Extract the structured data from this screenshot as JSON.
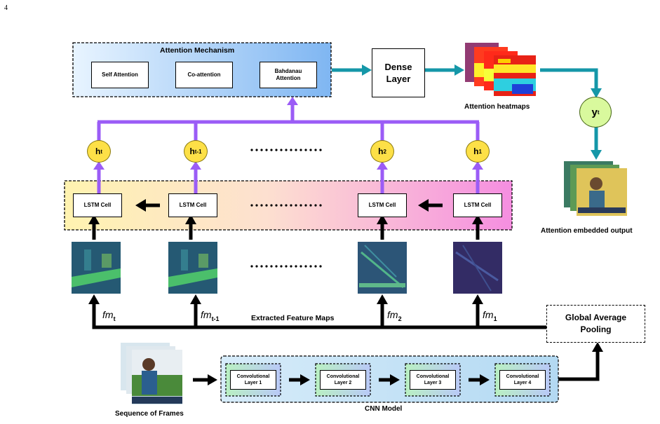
{
  "page_number": "4",
  "attention": {
    "title": "Attention Mechanism",
    "options": [
      "Self Attention",
      "Co-attention",
      "Bahdanau Attention"
    ]
  },
  "dense_layer": "Dense Layer",
  "attention_heatmaps_label": "Attention heatmaps",
  "output_label": "Attention embedded output",
  "y_t": {
    "base": "y",
    "sub": "t"
  },
  "hidden_states": [
    {
      "base": "h",
      "sub": "t"
    },
    {
      "base": "h",
      "sub": "t-1"
    },
    {
      "base": "h",
      "sub": "2"
    },
    {
      "base": "h",
      "sub": "1"
    }
  ],
  "lstm_cells": [
    "LSTM Cell",
    "LSTM Cell",
    "LSTM Cell",
    "LSTM Cell"
  ],
  "ellipsis": "…………",
  "feature_maps": [
    {
      "base": "fm",
      "sub": "t"
    },
    {
      "base": "fm",
      "sub": "t-1"
    },
    {
      "base": "fm",
      "sub": "2"
    },
    {
      "base": "fm",
      "sub": "1"
    }
  ],
  "extracted_feature_maps_label": "Extracted Feature Maps",
  "gap_label": "Global Average Pooling",
  "conv_layers": [
    "Convolutional Layer 1",
    "Convolutional Layer 2",
    "Convolutional Layer 3",
    "Convolutional Layer 4"
  ],
  "cnn_label": "CNN Model",
  "frames_label": "Sequence of Frames",
  "colors": {
    "purple": "#9b5cf6",
    "teal": "#1597a8",
    "yellow": "#fde047",
    "yt_green": "#d9f99d"
  }
}
